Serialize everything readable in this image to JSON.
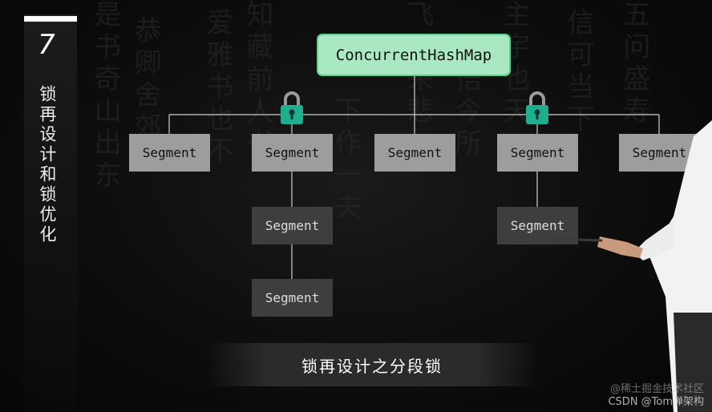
{
  "slide": {
    "number": "7",
    "vertical_title": "锁再设计和锁优化",
    "caption": "锁再设计之分段锁"
  },
  "diagram": {
    "root": {
      "label": "ConcurrentHashMap",
      "color": "#a9e8c2",
      "border": "#5bd18c"
    },
    "segments": [
      {
        "label": "Segment",
        "locked": false,
        "children": []
      },
      {
        "label": "Segment",
        "locked": true,
        "children": [
          "Segment",
          "Segment"
        ]
      },
      {
        "label": "Segment",
        "locked": false,
        "children": []
      },
      {
        "label": "Segment",
        "locked": true,
        "children": [
          "Segment"
        ]
      },
      {
        "label": "Segment",
        "locked": false,
        "children": []
      }
    ],
    "lock_color": "#1fae8f"
  },
  "watermark": {
    "line1": "@稀土掘金技术社区",
    "line2": "CSDN @Tom弹架构"
  }
}
